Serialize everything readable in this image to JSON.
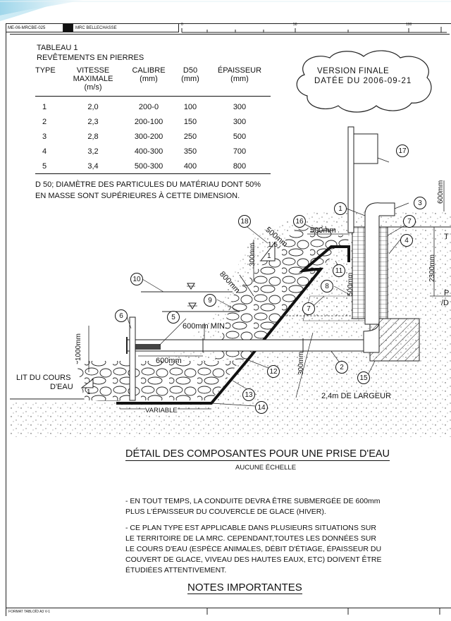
{
  "header": {
    "doc_code": "ME-06-MRCBE-025",
    "owner": "MRC BELLECHASSE",
    "scale_ticks": [
      "0",
      "50",
      "100"
    ]
  },
  "table": {
    "title": "TABLEAU 1",
    "subtitle": "REVÊTEMENTS EN PIERRES",
    "headers": [
      "TYPE",
      "VITESSE\nMAXIMALE\n(m/s)",
      "CALIBRE\n(mm)",
      "D50\n(mm)",
      "ÉPAISSEUR\n(mm)"
    ],
    "rows": [
      [
        "1",
        "2,0",
        "200-0",
        "100",
        "300"
      ],
      [
        "2",
        "2,3",
        "200-100",
        "150",
        "300"
      ],
      [
        "3",
        "2,8",
        "300-200",
        "250",
        "500"
      ],
      [
        "4",
        "3,2",
        "400-300",
        "350",
        "700"
      ],
      [
        "5",
        "3,4",
        "500-300",
        "400",
        "800"
      ]
    ],
    "footnote_1": "D 50; DIAMÈTRE DES PARTICULES DU MATÉRIAU DONT 50%",
    "footnote_2": "EN MASSE SONT SUPÉRIEURES À CETTE DIMENSION."
  },
  "version": {
    "line1": "VERSION FINALE",
    "line2": "DATÉE DU 2006-09-21"
  },
  "diagram": {
    "callouts": [
      "1",
      "2",
      "3",
      "4",
      "5",
      "6",
      "7",
      "7",
      "8",
      "9",
      "10",
      "11",
      "12",
      "13",
      "14",
      "15",
      "16",
      "17",
      "18"
    ],
    "dims": {
      "d500a": "500mm",
      "d500b": "500mm",
      "d500c": "500mm",
      "d300a": "300mm",
      "d800": "800mm",
      "d600min": "600mm  MIN.",
      "d600": "600mm",
      "d1000": "1000mm",
      "d300b": "300mm",
      "d2300": "2300mm",
      "d600v": "600mm",
      "slope_top": "1,5",
      "slope_side": "1",
      "slope_low": "1",
      "variable": "VARIABLE",
      "largeur": "2,4m DE LARGEUR"
    },
    "lit_du_cours_1": "LIT DU COURS",
    "lit_du_cours_2": "D'EAU",
    "edge_t": "T",
    "edge_p": "P",
    "edge_d": "/D"
  },
  "titles": {
    "main": "DÉTAIL DES COMPOSANTES POUR UNE PRISE D'EAU",
    "scale": "AUCUNE ÉCHELLE"
  },
  "notes": {
    "n1a": "- EN TOUT TEMPS, LA CONDUITE DEVRA ÊTRE SUBMERGÉE DE 600mm",
    "n1b": "PLUS L'ÉPAISSEUR DU COUVERCLE DE GLACE (HIVER).",
    "n2a": "- CE PLAN TYPE EST APPLICABLE  DANS PLUSIEURS SITUATIONS SUR",
    "n2b": "LE TERRITOIRE DE LA MRC. CEPENDANT,TOUTES LES DONNÉES SUR",
    "n2c": "LE COURS D'EAU (ESPÈCE ANIMALES, DÉBIT D'ÉTIAGE, ÉPAISSEUR DU",
    "n2d": "COUVERT DE GLACE, VIVEAU DES HAUTES EAUX, ETC) DOIVENT ÊTRE",
    "n2e": "ÉTUDIÉES ATTENTIVEMENT.",
    "heading": "NOTES IMPORTANTES"
  },
  "footer": {
    "format": "FORMAT TABLOÏD A3 V-1"
  }
}
